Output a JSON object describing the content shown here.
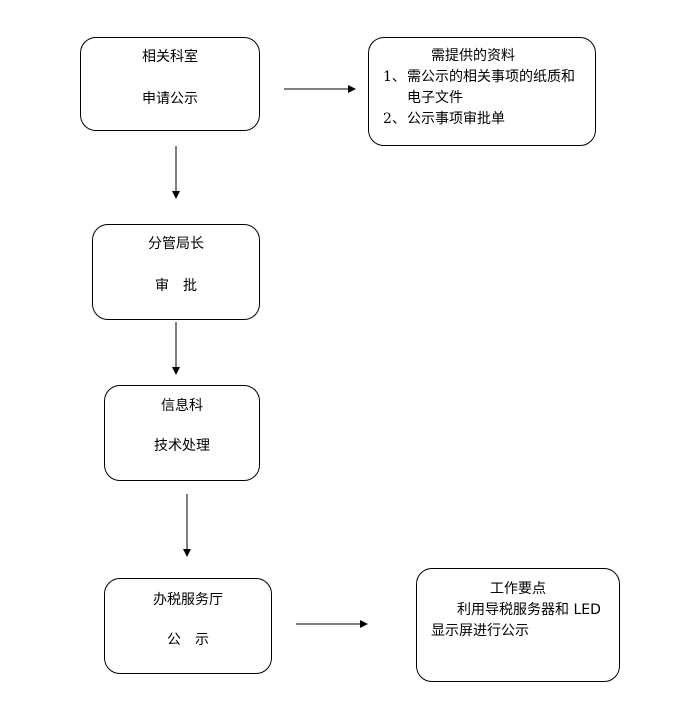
{
  "steps": [
    {
      "dept": "相关科室",
      "action": "申请公示"
    },
    {
      "dept": "分管局长",
      "action": "审　批"
    },
    {
      "dept": "信息科",
      "action": "技术处理"
    },
    {
      "dept": "办税服务厅",
      "action": "公　示"
    }
  ],
  "materials": {
    "title": "需提供的资料",
    "item1_num": "1、",
    "item1_line1": "需公示的相关事项的纸质和",
    "item1_line2": "电子文件",
    "item2_num": "2、",
    "item2_text": "公示事项审批单"
  },
  "key_points": {
    "title": "工作要点",
    "line1": "利用导税服务器和 LED",
    "line2": "显示屏进行公示"
  }
}
